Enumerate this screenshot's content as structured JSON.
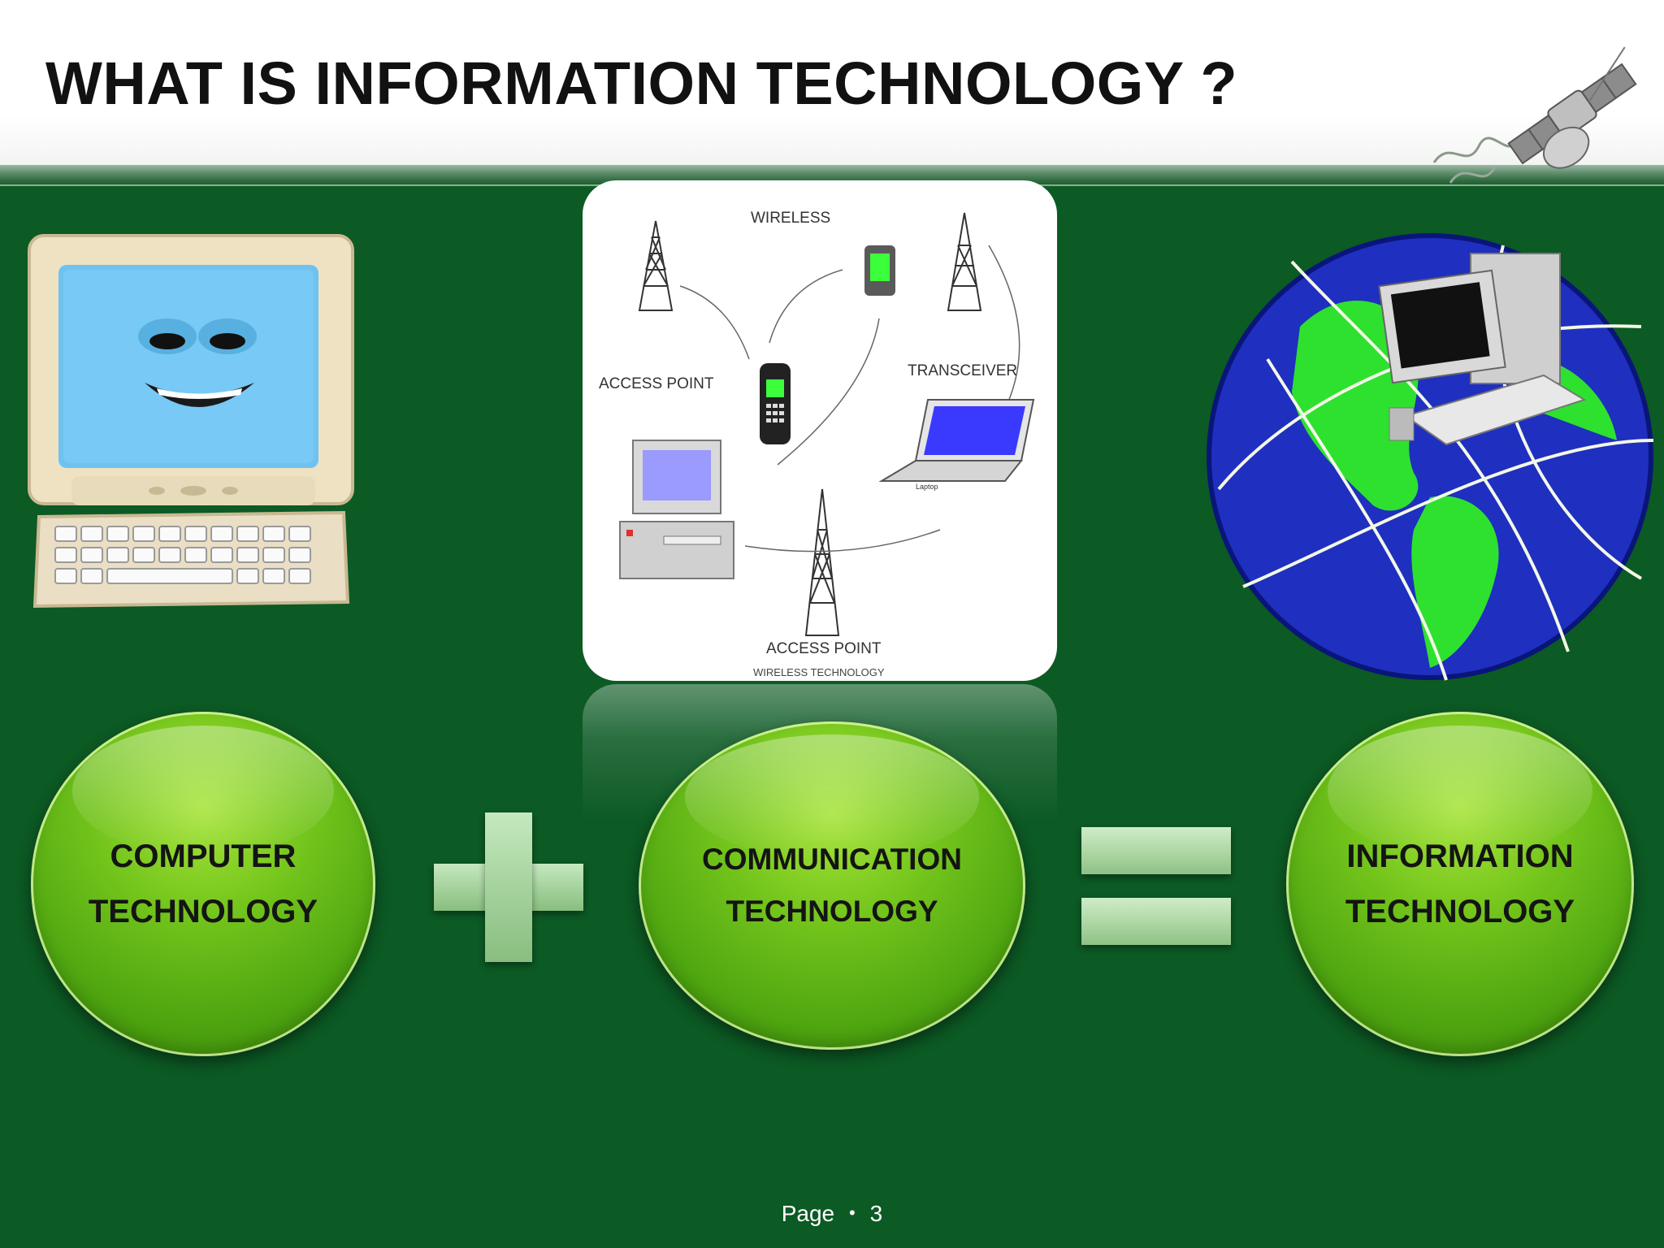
{
  "slide": {
    "title": "WHAT IS INFORMATION TECHNOLOGY ?",
    "page_label": "Page ・ 3"
  },
  "wireless_diagram": {
    "label_wireless": "WIRELESS",
    "label_access_point_top": "ACCESS POINT",
    "label_transceiver": "TRANSCEIVER",
    "label_access_point_bottom": "ACCESS POINT",
    "label_laptop": "Laptop",
    "caption": "WIRELESS TECHNOLOGY"
  },
  "equation": {
    "left": {
      "line1": "COMPUTER",
      "line2": "TECHNOLOGY"
    },
    "middle": {
      "line1": "COMMUNICATION",
      "line2": "TECHNOLOGY"
    },
    "right": {
      "line1": "INFORMATION",
      "line2": "TECHNOLOGY"
    }
  },
  "colors": {
    "background": "#0c5a24",
    "circle_green": "#6cc01a",
    "operator_green": "#a6d39d"
  }
}
